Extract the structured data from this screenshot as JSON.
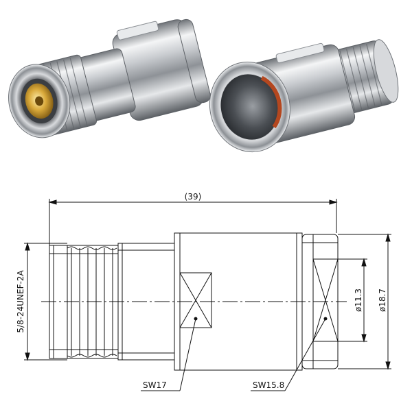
{
  "photos": [
    {
      "name": "connector-photo-front-view",
      "depicts": "N-type female connector, socket end"
    },
    {
      "name": "connector-photo-rear-view",
      "depicts": "N-type female connector, cable clamp end"
    }
  ],
  "drawing": {
    "overall_length_label": "(39)",
    "thread_label": "5/8-24UNEF-2A",
    "inner_diameter_label": "ø11.3",
    "outer_diameter_label": "ø18.7",
    "wrench_size_1_label": "SW17",
    "wrench_size_2_label": "SW15.8"
  },
  "colors": {
    "line": "#111111",
    "metal_light": "#f2f2f2",
    "metal_mid": "#b9bcc0",
    "metal_dark": "#6f7378",
    "gold": "#d9a93a",
    "gasket": "#b4471f"
  }
}
